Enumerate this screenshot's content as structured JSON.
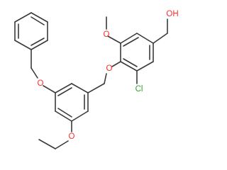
{
  "structure": {
    "colors": {
      "bond": "#3a3a3a",
      "oxygen": "#ff2a2a",
      "chlorine": "#33a02c",
      "background": "#ffffff"
    },
    "labels": {
      "hydroxyl": "OH",
      "methoxy_oxygen": "O",
      "ether_oxygen_ring": "O",
      "chlorine": "Cl",
      "benzyloxy_oxygen": "O",
      "ethoxy_oxygen": "O"
    }
  }
}
